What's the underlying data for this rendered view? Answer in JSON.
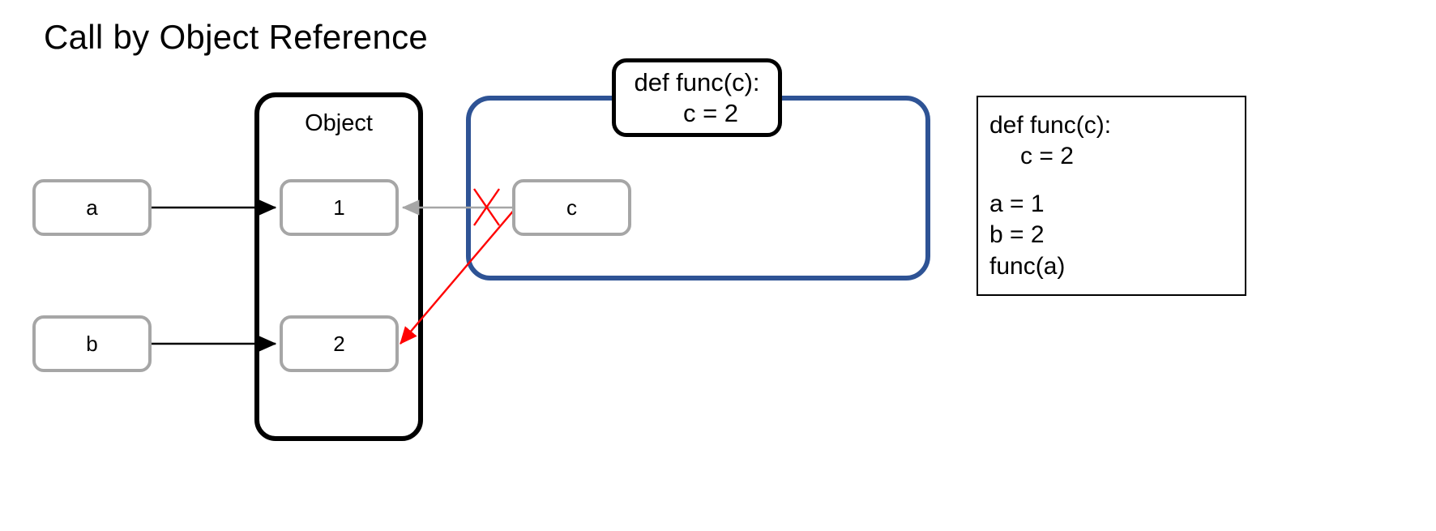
{
  "title": "Call by Object Reference",
  "object_container": {
    "label": "Object",
    "values": [
      {
        "name": "value-box-1",
        "text": "1"
      },
      {
        "name": "value-box-2",
        "text": "2"
      }
    ]
  },
  "variables": [
    {
      "name": "variable-box-a",
      "text": "a"
    },
    {
      "name": "variable-box-b",
      "text": "b"
    }
  ],
  "function_scope": {
    "header_box": {
      "lines": [
        "def func(c):",
        "c = 2"
      ]
    },
    "local_variable": {
      "text": "c"
    }
  },
  "code_panel": {
    "lines": [
      "def func(c):",
      "c = 2",
      "",
      "a = 1",
      "b = 2",
      "func(a)"
    ]
  },
  "arrows": {
    "a_to_one": "a-points-to-1-arrow",
    "b_to_two": "b-points-to-2-arrow",
    "c_to_one_invalidated": "c-points-to-1-arrow-crossed-out",
    "c_to_two_new": "c-rebinds-to-2-arrow"
  },
  "annotations": {
    "cross_out": "red-x-mark"
  },
  "colors": {
    "object_border": "#000000",
    "scope_border": "#2E5395",
    "box_border": "#a6a6a6",
    "arrow_black": "#000000",
    "arrow_grey": "#a6a6a6",
    "arrow_red": "#FF0000",
    "text": "#000000",
    "background": "#ffffff"
  }
}
